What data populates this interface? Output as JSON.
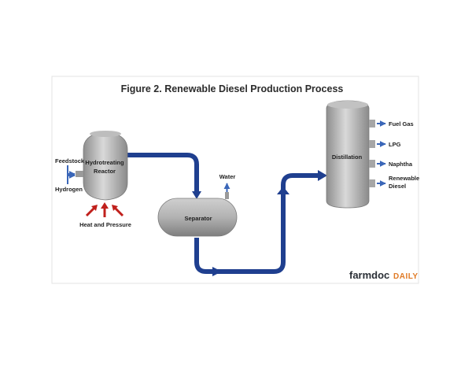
{
  "figure": {
    "title": "Figure 2. Renewable Diesel Production Process"
  },
  "reactor": {
    "label_line1": "Hydrotreating",
    "label_line2": "Reactor",
    "input_feedstock": "Feedstock",
    "input_hydrogen": "Hydrogen",
    "heat_label": "Heat and Pressure"
  },
  "separator": {
    "label": "Separator",
    "output_water": "Water"
  },
  "distillation": {
    "label": "Distillation",
    "outputs": [
      "Fuel Gas",
      "LPG",
      "Naphtha"
    ],
    "output_renewable_line1": "Renewable",
    "output_renewable_line2": "Diesel"
  },
  "brand": {
    "part1": "farmdoc",
    "part2": "DAILY"
  },
  "colors": {
    "pipe": "#1f3f8f",
    "arrow_small": "#3a66b8",
    "heat_arrow": "#c0201c",
    "vessel_light": "#d7d7d7",
    "vessel_dark": "#8c8c8c",
    "brand_accent": "#e07a25"
  }
}
